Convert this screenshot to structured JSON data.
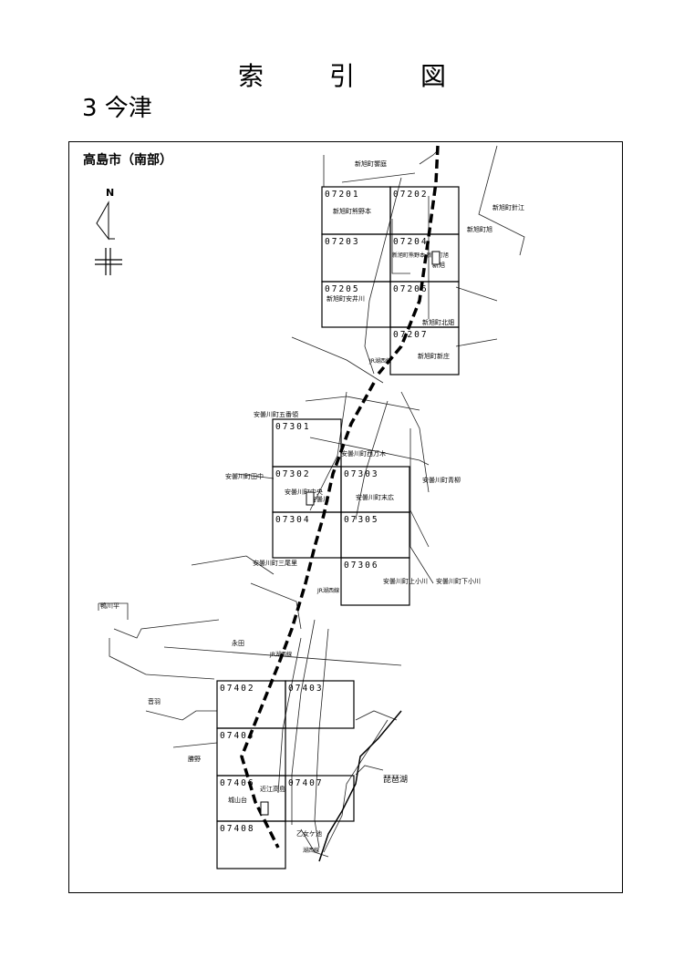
{
  "header": {
    "title": "索引図",
    "subtitle": "3 今津"
  },
  "map": {
    "region_label": "高島市（南部）",
    "north_label": "N",
    "cells": [
      {
        "id": "07201",
        "name": "新旭町熊野本"
      },
      {
        "id": "07202",
        "name": ""
      },
      {
        "id": "07203",
        "name": ""
      },
      {
        "id": "07204",
        "name": "新旭町熊野本 新旭町旭"
      },
      {
        "id": "07205",
        "name": "新旭町安井川"
      },
      {
        "id": "07206",
        "name": ""
      },
      {
        "id": "07207",
        "name": "新旭町新庄"
      },
      {
        "id": "07301",
        "name": "安曇川町西万木"
      },
      {
        "id": "07302",
        "name": "安曇川町中央"
      },
      {
        "id": "07303",
        "name": "安曇川町末広"
      },
      {
        "id": "07304",
        "name": ""
      },
      {
        "id": "07305",
        "name": ""
      },
      {
        "id": "07306",
        "name": "安曇川町上小川"
      },
      {
        "id": "07402",
        "name": ""
      },
      {
        "id": "07403",
        "name": ""
      },
      {
        "id": "07404",
        "name": ""
      },
      {
        "id": "07406",
        "name": "城山台"
      },
      {
        "id": "07407",
        "name": ""
      },
      {
        "id": "07408",
        "name": ""
      }
    ],
    "place_labels": {
      "p1": "新旭町饗庭",
      "p2": "新旭町針江",
      "p3": "新旭町旭",
      "p4": "新旭町北畑",
      "p5": "安曇川町五番領",
      "p6": "安曇川町田中",
      "p7": "安曇川町青柳",
      "p8": "安曇川町三尾里",
      "p9": "安曇川町下小川",
      "p10": "鴨川平",
      "p11": "永田",
      "p12": "音羽",
      "p13": "勝野",
      "p14": "琵琶湖",
      "p15": "新旭",
      "p16": "安曇川",
      "p17": "近江高島",
      "p18": "乙女ケ池",
      "p19": "JR湖西線",
      "p20": "JR湖西線",
      "p21": "JR湖西線",
      "p22": "湖西線"
    }
  }
}
